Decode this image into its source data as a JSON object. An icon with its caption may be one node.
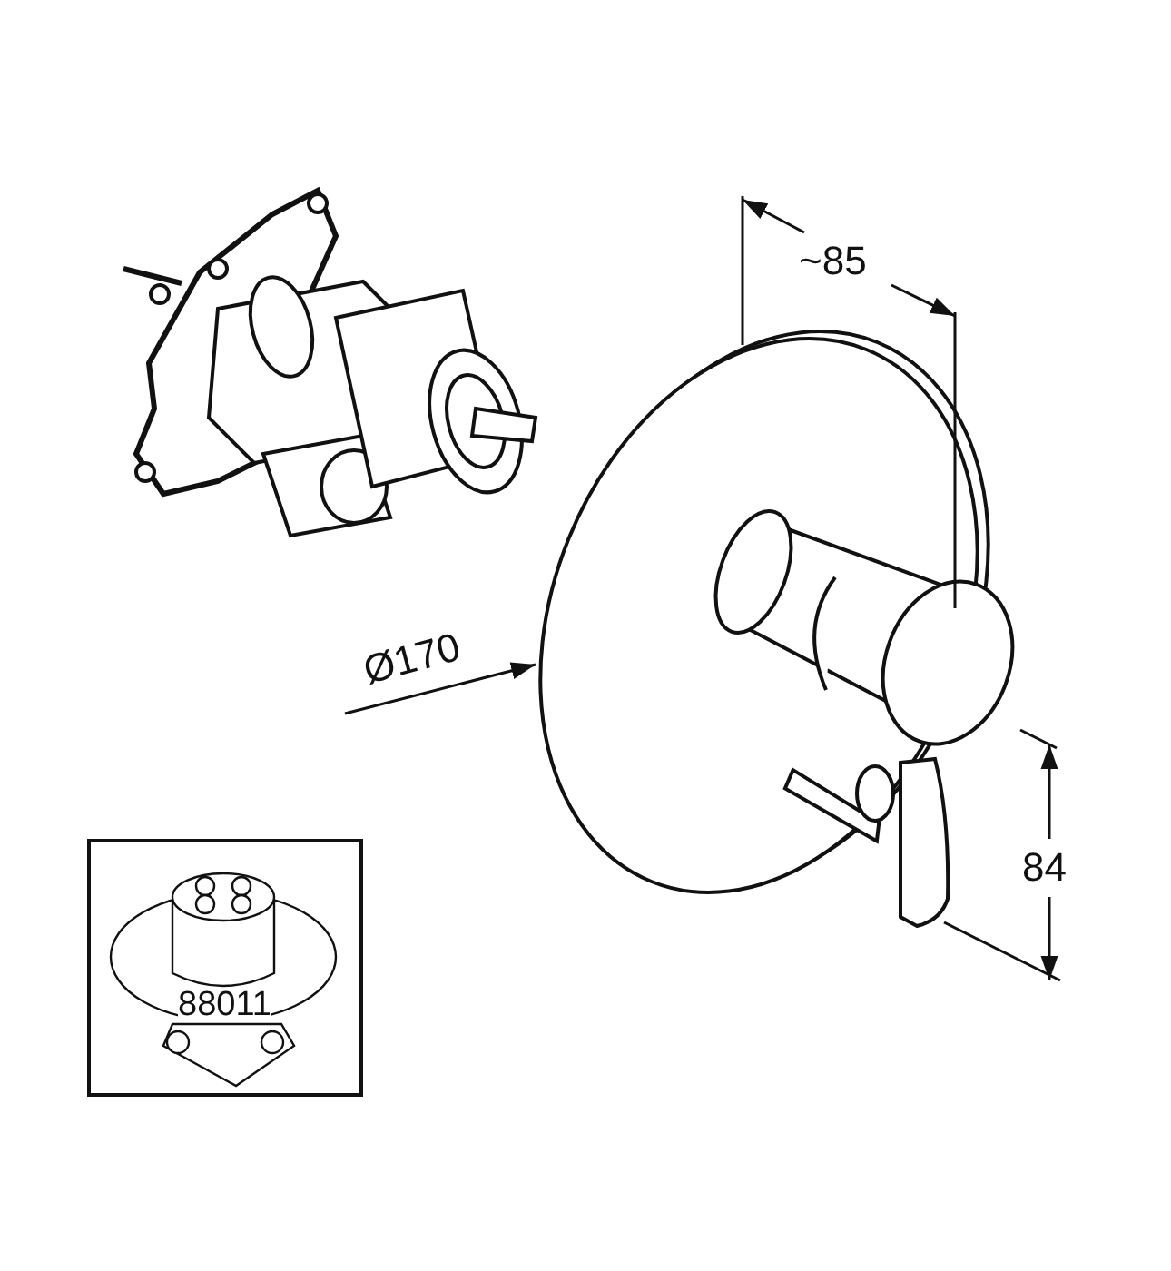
{
  "diagram": {
    "nodes": [
      {
        "text": [
          "88011"
        ]
      }
    ],
    "labels": [
      "~85",
      "Ø170",
      "84"
    ]
  }
}
